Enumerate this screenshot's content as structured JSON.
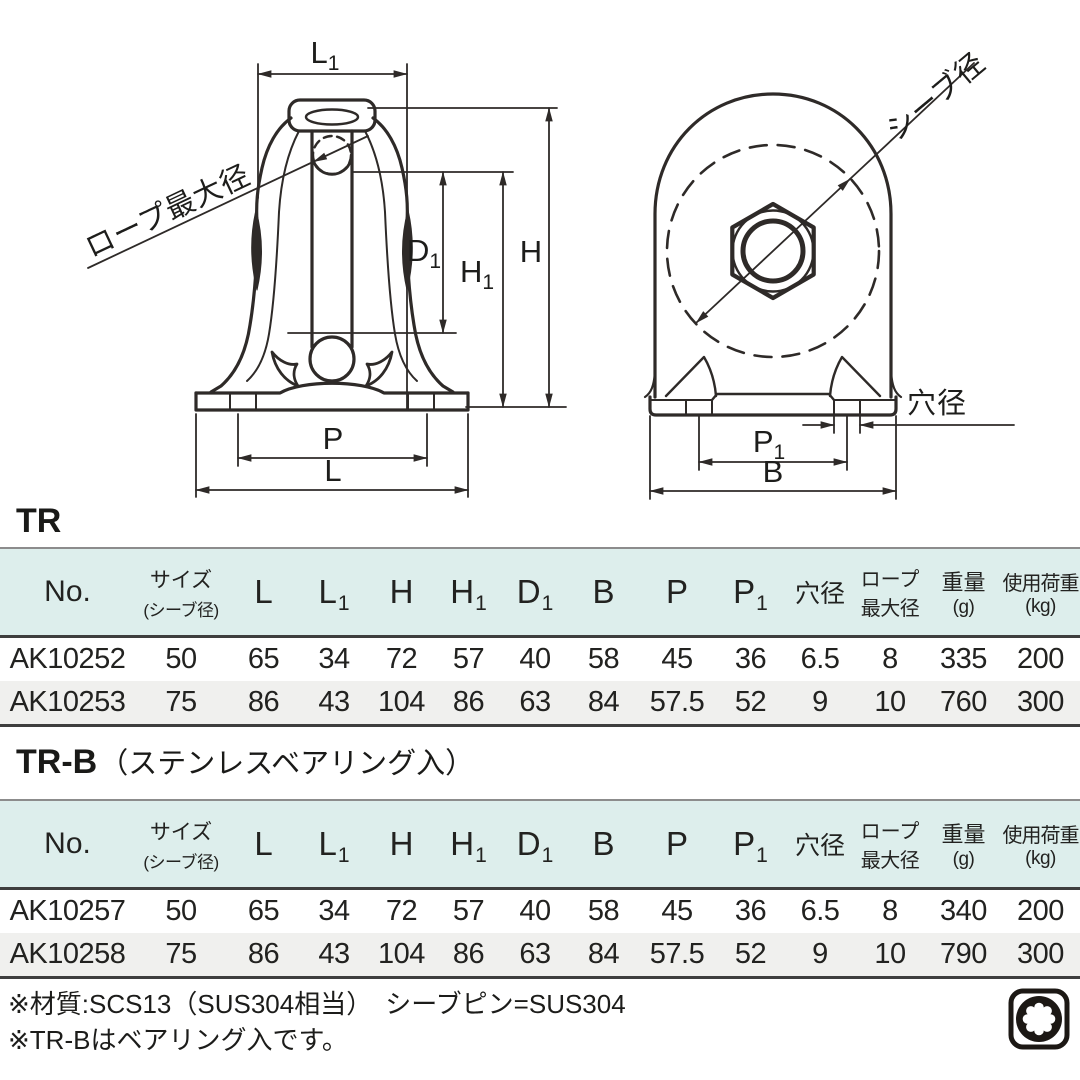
{
  "diagram": {
    "left_view": {
      "dim_l1": {
        "main": "L",
        "sub": "1"
      },
      "dim_h": "H",
      "dim_h1": {
        "main": "H",
        "sub": "1"
      },
      "dim_d1": {
        "main": "D",
        "sub": "1"
      },
      "dim_p": "P",
      "dim_l": "L",
      "rope_label": "ロープ最大径"
    },
    "right_view": {
      "sheave_label": "シーブ径",
      "hole_label": "穴径",
      "dim_p1": {
        "main": "P",
        "sub": "1"
      },
      "dim_b": "B"
    }
  },
  "columns": [
    {
      "label": "No."
    },
    {
      "label": "サイズ",
      "note": "(シーブ径)"
    },
    {
      "label": "L"
    },
    {
      "label": "L",
      "sub": "1"
    },
    {
      "label": "H"
    },
    {
      "label": "H",
      "sub": "1"
    },
    {
      "label": "D",
      "sub": "1"
    },
    {
      "label": "B"
    },
    {
      "label": "P"
    },
    {
      "label": "P",
      "sub": "1"
    },
    {
      "label": "穴径"
    },
    {
      "label": "ロープ",
      "note": "最大径"
    },
    {
      "label": "重量",
      "note": "(g)"
    },
    {
      "label": "使用荷重",
      "note": "(kg)"
    }
  ],
  "tables": [
    {
      "title": "TR",
      "subtitle": "",
      "rows": [
        [
          "AK10252",
          "50",
          "65",
          "34",
          "72",
          "57",
          "40",
          "58",
          "45",
          "36",
          "6.5",
          "8",
          "335",
          "200"
        ],
        [
          "AK10253",
          "75",
          "86",
          "43",
          "104",
          "86",
          "63",
          "84",
          "57.5",
          "52",
          "9",
          "10",
          "760",
          "300"
        ]
      ]
    },
    {
      "title": "TR-B",
      "subtitle": "（ステンレスベアリング入）",
      "rows": [
        [
          "AK10257",
          "50",
          "65",
          "34",
          "72",
          "57",
          "40",
          "58",
          "45",
          "36",
          "6.5",
          "8",
          "340",
          "200"
        ],
        [
          "AK10258",
          "75",
          "86",
          "43",
          "104",
          "86",
          "63",
          "84",
          "57.5",
          "52",
          "9",
          "10",
          "790",
          "300"
        ]
      ]
    }
  ],
  "notes": [
    "※材質:SCS13（SUS304相当）　シーブピン=SUS304",
    "※TR-Bはベアリング入です。"
  ],
  "icons": {
    "bottom_right": "bearing-icon"
  },
  "colors": {
    "header_bg": "#ddeeec",
    "row_alt": "#f0f0ee",
    "line": "#2e2a28",
    "rule_dark": "#3e3e3e",
    "rule_gray": "#8c8c8c"
  }
}
